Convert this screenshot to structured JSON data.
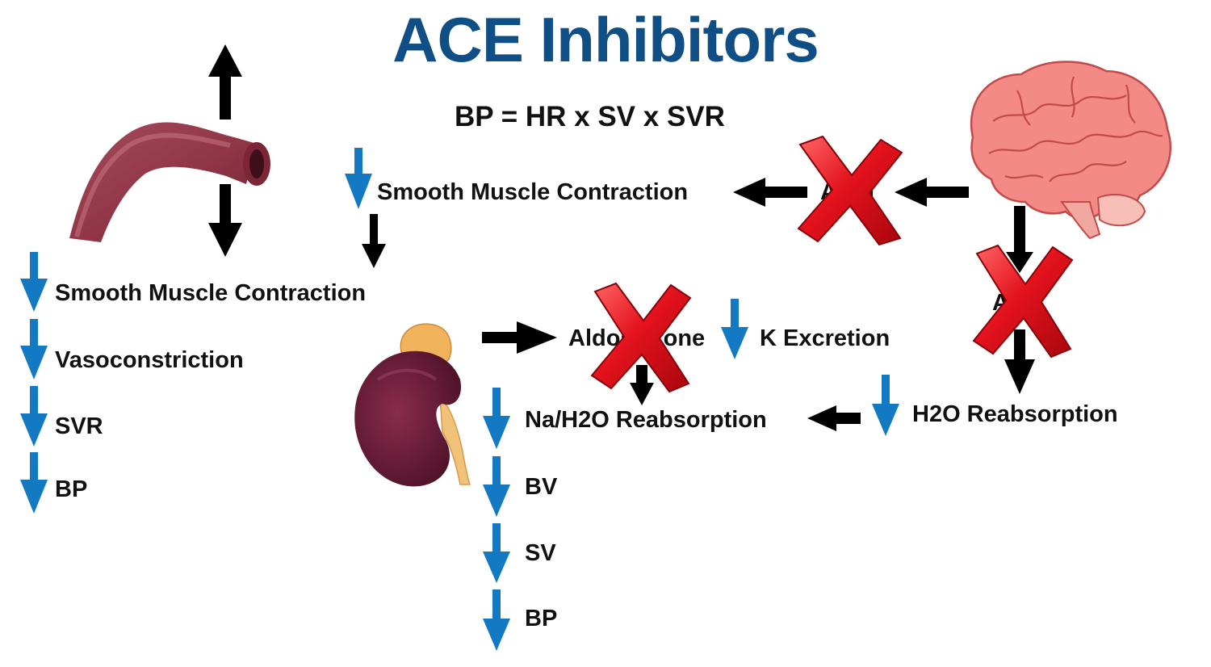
{
  "title": "ACE Inhibitors",
  "equation": "BP = HR x SV x SVR",
  "colors": {
    "title": "#0f4f86",
    "decrease_arrow": "#1479c3",
    "flow_arrow": "#000000",
    "blocked_x": "#e0141e"
  },
  "top_chain": {
    "smooth_muscle_label": "Smooth Muscle Contraction",
    "hidden_label_left": "A",
    "hidden_label_right": "I"
  },
  "vessel_chain": [
    "Smooth Muscle Contraction",
    "Vasoconstriction",
    "SVR",
    "BP"
  ],
  "kidney_chain": {
    "aldosterone_label": "Aldosterone",
    "k_excretion_label": "K Excretion",
    "items": [
      "Na/H2O Reabsorption",
      "BV",
      "SV",
      "BP"
    ]
  },
  "brain_chain": {
    "hidden_label": "A",
    "h2o_label": "H2O Reabsorption"
  },
  "icons": [
    "blood-vessel-icon",
    "brain-icon",
    "kidney-adrenal-icon",
    "blocked-x-icon"
  ]
}
